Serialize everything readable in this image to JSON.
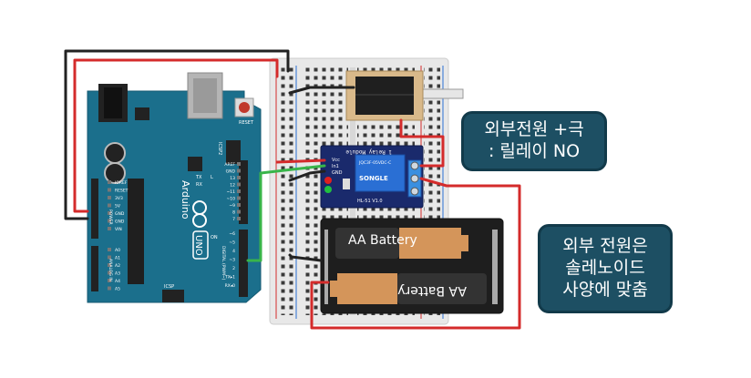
{
  "arduino": {
    "brand": "Arduino",
    "model": "UNO",
    "reset_label": "RESET",
    "icsp_label": "ICSP",
    "icsp2_label": "ICSP2",
    "tx_label": "TX",
    "rx_label": "RX",
    "l_label": "L",
    "on_label": "ON",
    "power_pins": [
      "IOREF",
      "RESET",
      "3V3",
      "5V",
      "GND",
      "GND",
      "VIN"
    ],
    "power_header": "POWER",
    "analog_pins": [
      "A0",
      "A1",
      "A2",
      "A3",
      "A4",
      "A5"
    ],
    "analog_header": "ANALOG IN",
    "digital_pins": [
      "AREF",
      "GND",
      "13",
      "12",
      "~11",
      "~10",
      "~9",
      "8",
      "7",
      "~6",
      "~5",
      "4",
      "~3",
      "2",
      "TX▸1",
      "RX◂0"
    ],
    "digital_header": "DIGITAL (PWM~)"
  },
  "relay": {
    "title": "1 Relay Module",
    "pins": [
      "Vcc",
      "In1",
      "GND"
    ],
    "relay_text": [
      "JQC3F-05VDC-C",
      "SONGLE"
    ],
    "model": "HL-51 V1.0"
  },
  "battery": {
    "cell1": "AA Battery",
    "cell2": "AA Battery"
  },
  "callouts": {
    "positive": {
      "line1": "외부전원 +극",
      "line2": ": 릴레이 NO"
    },
    "spec": {
      "line1": "외부 전원은",
      "line2": "솔레노이드",
      "line3": "사양에 맞춤"
    }
  },
  "colors": {
    "board": "#1b6f8c",
    "wire_red": "#d42b2b",
    "wire_black": "#222222",
    "wire_green": "#39b54a",
    "callout_bg": "#1d4f63",
    "battery_copper": "#d4955a",
    "battery_dark": "#333333"
  }
}
